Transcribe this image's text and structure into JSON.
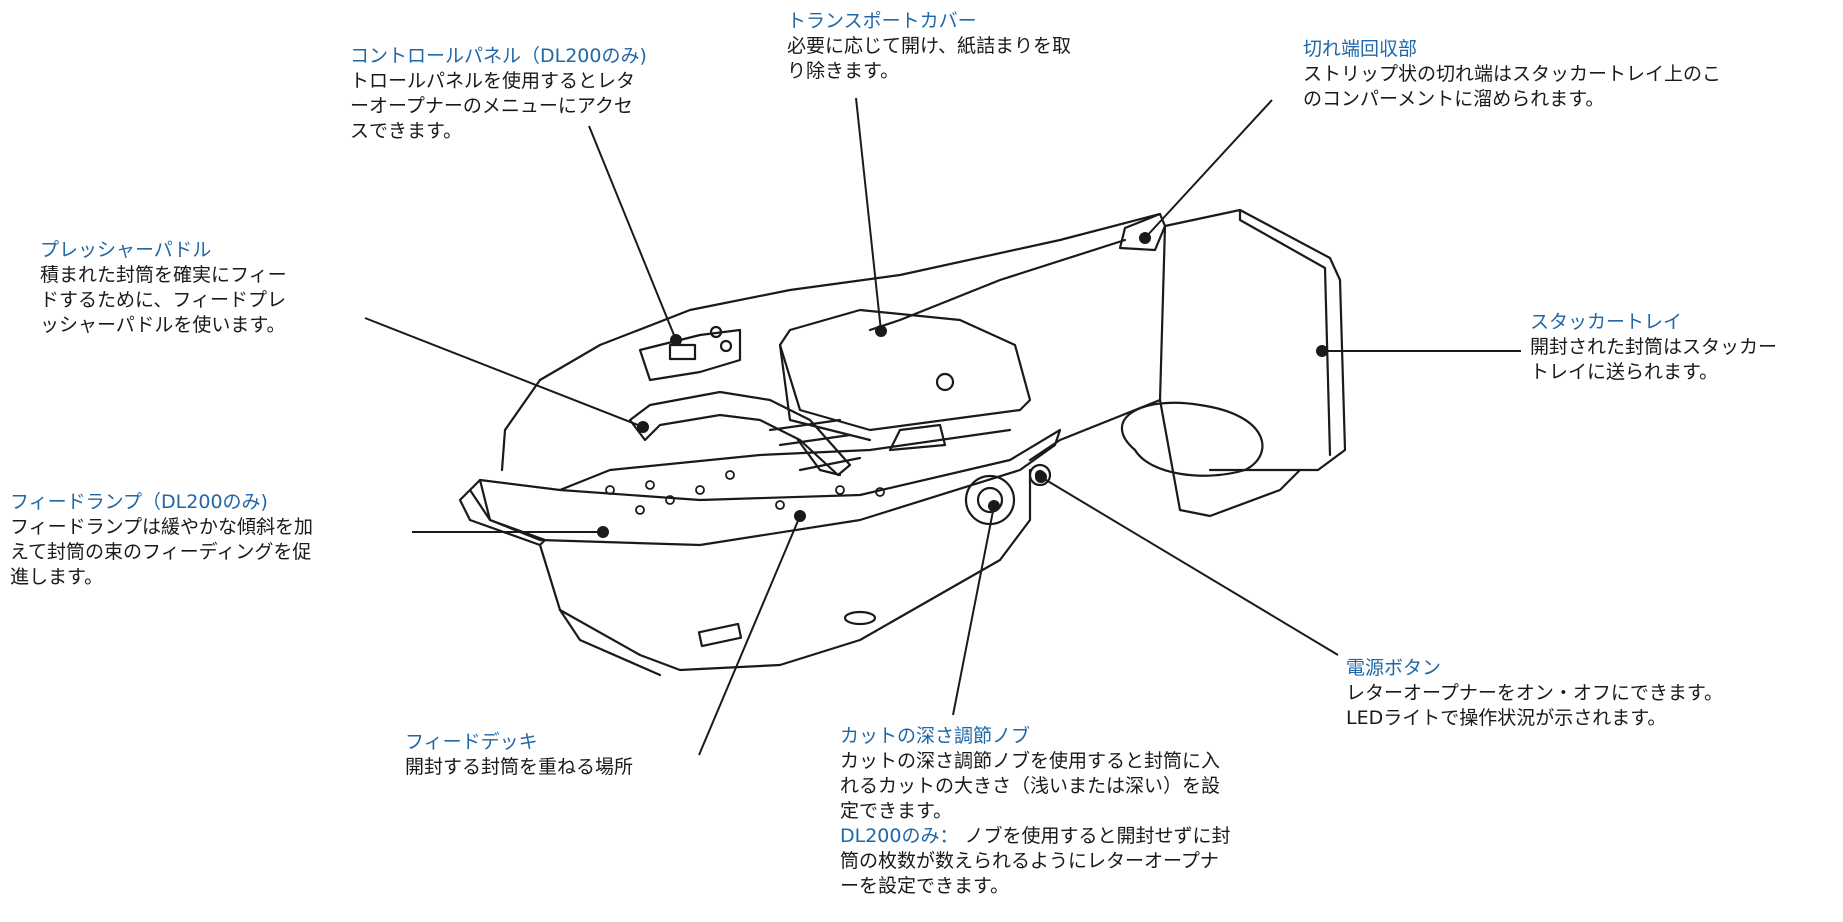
{
  "callouts": {
    "control_panel": {
      "title": "コントロールパネル（DL200のみ)",
      "lines": [
        "トロールパネルを使用するとレタ",
        "ーオープナーのメニューにアクセ",
        "スできます。"
      ]
    },
    "transport_cover": {
      "title": "トランスポートカバー",
      "lines": [
        "必要に応じて開け、紙詰まりを取",
        "り除きます。"
      ]
    },
    "scrap_bin": {
      "title": "切れ端回収部",
      "lines": [
        "ストリップ状の切れ端はスタッカートレイ上のこ",
        "のコンパーメントに溜められます。"
      ]
    },
    "pressure_paddle": {
      "title": "プレッシャーパドル",
      "lines": [
        "積まれた封筒を確実にフィー",
        "ドするために、フィードプレ",
        "ッシャーパドルを使います。"
      ]
    },
    "stacker_tray": {
      "title": "スタッカートレイ",
      "lines": [
        "開封された封筒はスタッカー",
        "トレイに送られます。"
      ]
    },
    "feed_ramp": {
      "title": "フィードランプ（DL200のみ)",
      "lines": [
        "フィードランプは緩やかな傾斜を加",
        "えて封筒の束のフィーディングを促",
        "進します。"
      ]
    },
    "feed_deck": {
      "title": "フィードデッキ",
      "lines": [
        "開封する封筒を重ねる場所"
      ]
    },
    "cut_depth_knob": {
      "title": "カットの深さ調節ノブ",
      "lines": [
        "カットの深さ調節ノブを使用すると封筒に入",
        "れるカットの大きさ（浅いまたは深い）を設",
        "定できます。"
      ],
      "note_prefix": "DL200のみ：",
      "note_lines": [
        "ノブを使用すると開封せずに封",
        "筒の枚数が数えられるようにレターオープナ",
        "ーを設定できます。"
      ]
    },
    "power_button": {
      "title": "電源ボタン",
      "lines": [
        "レターオープナーをオン・オフにできます。",
        "LEDライトで操作状況が示されます。"
      ]
    }
  },
  "colors": {
    "title": "#1f67a6",
    "text": "#1a1a1a",
    "line": "#1a1a1a"
  }
}
